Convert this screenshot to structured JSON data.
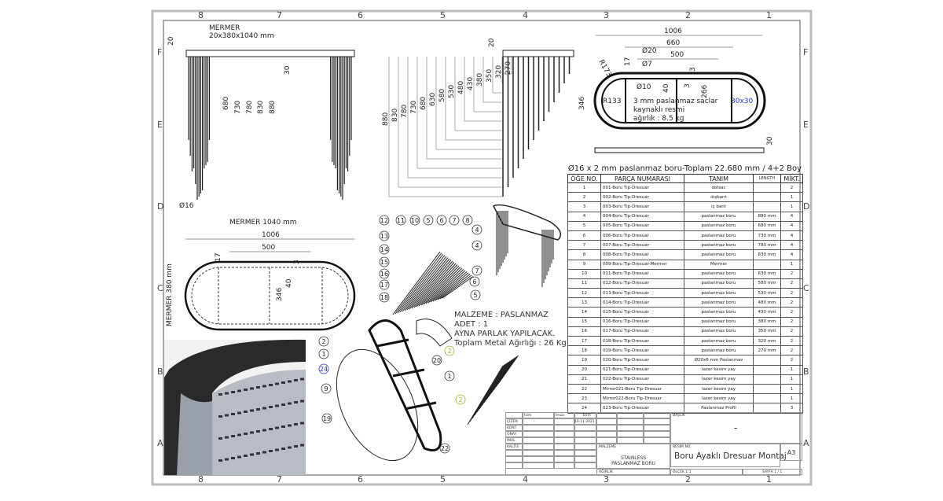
{
  "zones_top": [
    "8",
    "7",
    "6",
    "5",
    "4",
    "3",
    "2",
    "1"
  ],
  "zones_side": [
    "F",
    "E",
    "D",
    "C",
    "B",
    "A"
  ],
  "front_view": {
    "material_label": "MERMER",
    "material_size": "20x380x1040 mm",
    "top_thk": "20",
    "dims": [
      "680",
      "730",
      "780",
      "830",
      "880",
      "30"
    ],
    "tube": "Ø16"
  },
  "side_view": {
    "top_thk": "20",
    "dims": [
      "880",
      "830",
      "780",
      "730",
      "680",
      "630",
      "580",
      "530",
      "480",
      "430",
      "380",
      "350",
      "320",
      "270"
    ]
  },
  "top_frame": {
    "dims": {
      "overall": "1006",
      "inner": "660",
      "hole_spacing": "500",
      "d20": "Ø20",
      "d7": "Ø7",
      "d10": "Ø10",
      "r173": "R173",
      "r133": "R133",
      "h17": "17",
      "h40": "40",
      "h3a": "3",
      "h3b": "3",
      "h266": "266",
      "h346": "346",
      "profile": "30x30",
      "thk": "30"
    },
    "note": [
      "3 mm paslanmaz saclar",
      "kaynaklı resmi",
      "ağırlık : 8.5 kg"
    ]
  },
  "plan_view": {
    "marble": "MERMER 1040 mm",
    "side_label": "MERMER 380 mm",
    "dims": [
      "1006",
      "500",
      "17",
      "3",
      "346",
      "40"
    ]
  },
  "notes": [
    "MALZEME : PASLANMAZ",
    "ADET : 1",
    "AYNA PARLAK YAPILACAK.",
    "Toplam Metal Ağırlığı : 26 Kg"
  ],
  "balloons_fan": [
    "12",
    "11",
    "10",
    "5",
    "6",
    "7",
    "8",
    "4",
    "13",
    "14",
    "15",
    "16",
    "17",
    "18",
    "4",
    "7",
    "6",
    "5"
  ],
  "balloons_iso": [
    "2",
    "1",
    "24",
    "9",
    "19",
    "20",
    "2",
    "1",
    "2",
    "22"
  ],
  "bom": {
    "title": "Ø16 x 2 mm paslanmaz boru-Toplam 22.680 mm / 4+2 Boy",
    "headers": [
      "ÖĞE NO.",
      "PARÇA NUMARASI",
      "TANIM",
      "LENGTH",
      "MİKT."
    ],
    "rows": [
      [
        "1",
        "001-Boru Tip-Dresuar",
        "dotsac",
        "",
        "2"
      ],
      [
        "2",
        "002-Boru Tip-Dresuar",
        "dışbant",
        "",
        "1"
      ],
      [
        "3",
        "003-Boru Tip-Dresuar",
        "iç bant",
        "",
        "1"
      ],
      [
        "4",
        "004-Boru Tip-Dresuar",
        "paslanmaz boru",
        "880 mm",
        "4"
      ],
      [
        "5",
        "005-Boru Tip-Dresuar",
        "paslanmaz boru",
        "680 mm",
        "4"
      ],
      [
        "6",
        "006-Boru Tip-Dresuar",
        "paslanmaz boru",
        "730 mm",
        "4"
      ],
      [
        "7",
        "007-Boru Tip-Dresuar",
        "paslanmaz boru",
        "780 mm",
        "4"
      ],
      [
        "8",
        "008-Boru Tip-Dresuar",
        "paslanmaz boru",
        "830 mm",
        "4"
      ],
      [
        "9",
        "009-Boru Tip-Dresuar-Mermer",
        "Mermer",
        "",
        "1"
      ],
      [
        "10",
        "011-Boru Tip-Dresuar",
        "paslanmaz boru",
        "630 mm",
        "2"
      ],
      [
        "11",
        "012-Boru Tip-Dresuar",
        "paslanmaz boru",
        "580 mm",
        "2"
      ],
      [
        "12",
        "013-Boru Tip-Dresuar",
        "paslanmaz boru",
        "530 mm",
        "2"
      ],
      [
        "13",
        "014-Boru Tip-Dresuar",
        "paslanmaz boru",
        "480 mm",
        "2"
      ],
      [
        "14",
        "015-Boru Tip-Dresuar",
        "paslanmaz boru",
        "430 mm",
        "2"
      ],
      [
        "15",
        "016-Boru Tip-Dresuar",
        "paslanmaz boru",
        "380 mm",
        "2"
      ],
      [
        "16",
        "017-Boru Tip-Dresuar",
        "paslanmaz boru",
        "350 mm",
        "2"
      ],
      [
        "17",
        "018-Boru Tip-Dresuar",
        "paslanmaz boru",
        "320 mm",
        "2"
      ],
      [
        "18",
        "019-Boru Tip-Dresuar",
        "paslanmaz boru",
        "270 mm",
        "2"
      ],
      [
        "19",
        "020-Boru Tip-Dresuar",
        "Ø20x6 mm Paslanmaz",
        "",
        "2"
      ],
      [
        "20",
        "021-Boru Tip-Dresuar",
        "lazer kesim yay",
        "",
        "1"
      ],
      [
        "21",
        "022-Boru Tip-Dresuar",
        "lazer kesim yay",
        "",
        "1"
      ],
      [
        "22",
        "Mirror021-Boru Tip-Dresuar",
        "lazer kesim yay",
        "",
        "1"
      ],
      [
        "23",
        "Mirror022-Boru Tip-Dresuar",
        "lazer kesim yay",
        "",
        "1"
      ],
      [
        "24",
        "023-Boru Tip-Dresuar",
        "Paslanmaz Profil",
        "",
        "3"
      ]
    ]
  },
  "title_block": {
    "col_headers": [
      "İsim",
      "İmza",
      "Tarih"
    ],
    "row_labels": [
      "ÇİZEN",
      "KONT",
      "ONAY",
      "İMAL",
      "KALİTE"
    ],
    "drawn_by": "-",
    "date": "10.11.2021",
    "material_label": "MALZEME",
    "material": [
      "STAINLESS",
      "PASLANMAZ BORU"
    ],
    "finish_label": "BAŞLIK",
    "finish": "-",
    "title_label": "RESİM NO.",
    "title": "Boru Ayaklı Dresuar Montaj",
    "size": "A3",
    "weight_label": "AĞIRLIK",
    "scale_label": "ÖLÇEK 1:1",
    "sheet_label": "SAYFA 1 / 1"
  }
}
